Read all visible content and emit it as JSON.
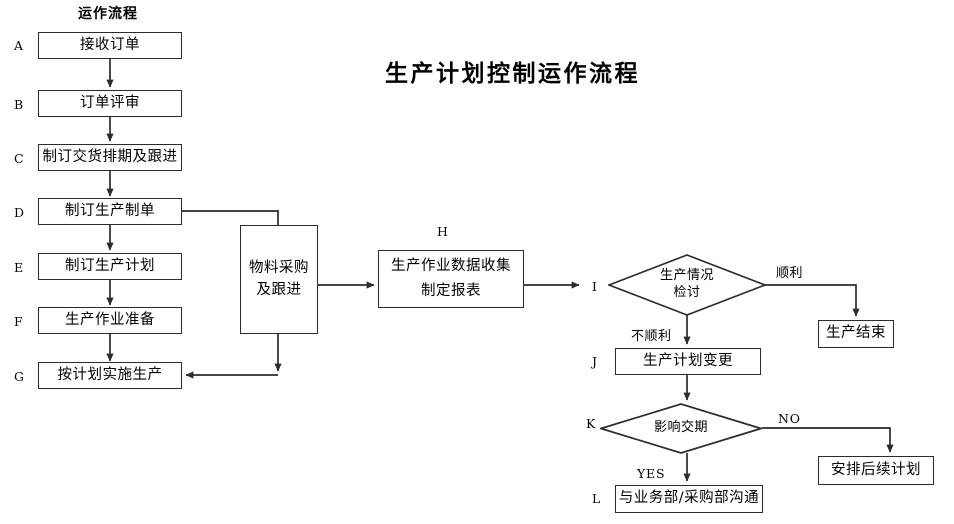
{
  "page": {
    "title": "生产计划控制运作流程",
    "column_header": "运作流程",
    "background_color": "#ffffff",
    "line_color": "#2b2b2b"
  },
  "left_column": {
    "header": "运作流程",
    "steps": [
      {
        "tag": "A",
        "label": "接收订单"
      },
      {
        "tag": "B",
        "label": "订单评审"
      },
      {
        "tag": "C",
        "label": "制订交货排期及跟进"
      },
      {
        "tag": "D",
        "label": "制订生产制单"
      },
      {
        "tag": "E",
        "label": "制订生产计划"
      },
      {
        "tag": "F",
        "label": "生产作业准备"
      },
      {
        "tag": "G",
        "label": "按计划实施生产"
      }
    ]
  },
  "material_box": {
    "line1": "物料采购",
    "line2": "及跟进"
  },
  "right_flow": {
    "h": {
      "tag": "H",
      "line1": "生产作业数据收集",
      "line2": "制定报表"
    },
    "i": {
      "tag": "I",
      "line1": "生产情况",
      "line2": "检讨",
      "branch_yes": "顺利",
      "branch_no": "不顺利"
    },
    "end": {
      "label": "生产结束"
    },
    "j": {
      "tag": "J",
      "label": "生产计划变更"
    },
    "k": {
      "tag": "K",
      "label": "影响交期",
      "branch_no": "NO",
      "branch_yes": "YES"
    },
    "followup": {
      "label": "安排后续计划"
    },
    "l": {
      "tag": "L",
      "label": "与业务部/采购部沟通"
    }
  },
  "chart_data": {
    "type": "diagram",
    "title": "生产计划控制运作流程",
    "nodes": [
      {
        "id": "A",
        "text": "接收订单",
        "shape": "rect"
      },
      {
        "id": "B",
        "text": "订单评审",
        "shape": "rect"
      },
      {
        "id": "C",
        "text": "制订交货排期及跟进",
        "shape": "rect"
      },
      {
        "id": "D",
        "text": "制订生产制单",
        "shape": "rect"
      },
      {
        "id": "E",
        "text": "制订生产计划",
        "shape": "rect"
      },
      {
        "id": "F",
        "text": "生产作业准备",
        "shape": "rect"
      },
      {
        "id": "G",
        "text": "按计划实施生产",
        "shape": "rect"
      },
      {
        "id": "M",
        "text": "物料采购及跟进",
        "shape": "rect"
      },
      {
        "id": "H",
        "text": "生产作业数据收集 制定报表",
        "shape": "rect"
      },
      {
        "id": "I",
        "text": "生产情况检讨",
        "shape": "diamond"
      },
      {
        "id": "END",
        "text": "生产结束",
        "shape": "rect"
      },
      {
        "id": "J",
        "text": "生产计划变更",
        "shape": "rect"
      },
      {
        "id": "K",
        "text": "影响交期",
        "shape": "diamond"
      },
      {
        "id": "FU",
        "text": "安排后续计划",
        "shape": "rect"
      },
      {
        "id": "L",
        "text": "与业务部/采购部沟通",
        "shape": "rect"
      }
    ],
    "edges": [
      {
        "from": "A",
        "to": "B",
        "label": ""
      },
      {
        "from": "B",
        "to": "C",
        "label": ""
      },
      {
        "from": "C",
        "to": "D",
        "label": ""
      },
      {
        "from": "D",
        "to": "E",
        "label": ""
      },
      {
        "from": "D",
        "to": "M",
        "label": ""
      },
      {
        "from": "E",
        "to": "F",
        "label": ""
      },
      {
        "from": "F",
        "to": "G",
        "label": ""
      },
      {
        "from": "M",
        "to": "G",
        "label": ""
      },
      {
        "from": "M",
        "to": "H",
        "label": ""
      },
      {
        "from": "H",
        "to": "I",
        "label": ""
      },
      {
        "from": "I",
        "to": "END",
        "label": "顺利"
      },
      {
        "from": "I",
        "to": "J",
        "label": "不顺利"
      },
      {
        "from": "J",
        "to": "K",
        "label": ""
      },
      {
        "from": "K",
        "to": "FU",
        "label": "NO"
      },
      {
        "from": "K",
        "to": "L",
        "label": "YES"
      }
    ]
  }
}
